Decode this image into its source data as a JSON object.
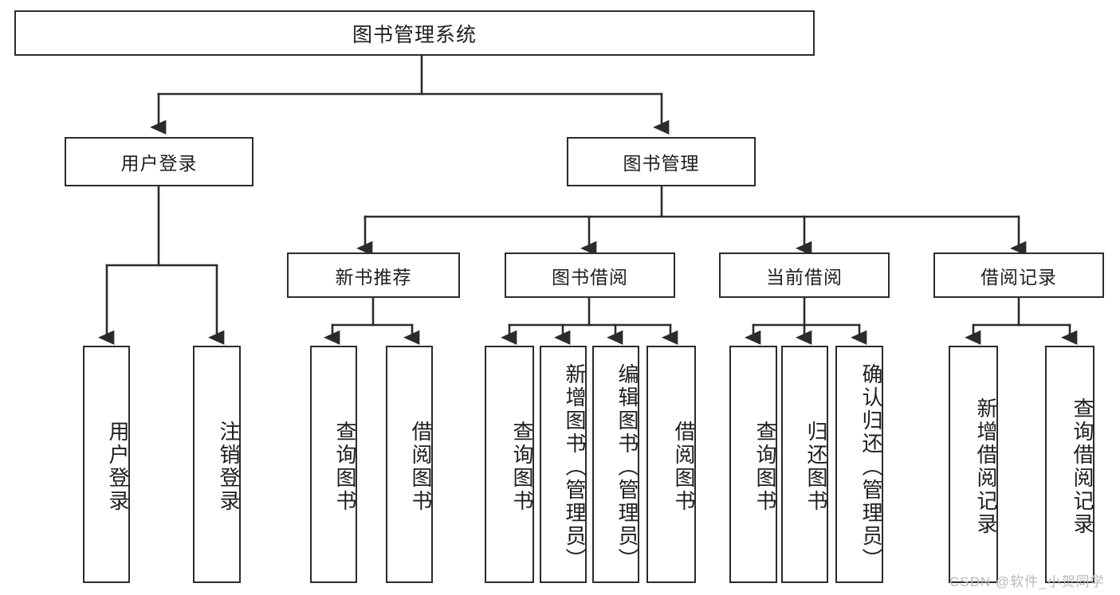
{
  "diagram": {
    "title": "图书管理系统",
    "type": "tree-hierarchy",
    "watermark": "CSDN @软件_小贺同学",
    "colors": {
      "stroke": "#2b2b2b",
      "fill": "#ffffff",
      "text": "#1e1e1e",
      "watermark": "#b9b9b9"
    },
    "nodes": {
      "root": {
        "label": "图书管理系统",
        "orientation": "horizontal",
        "level": 0
      },
      "user_login": {
        "label": "用户登录",
        "orientation": "horizontal",
        "level": 1
      },
      "book_manage": {
        "label": "图书管理",
        "orientation": "horizontal",
        "level": 1
      },
      "new_book_rec": {
        "label": "新书推荐",
        "orientation": "horizontal",
        "level": 2
      },
      "book_borrow": {
        "label": "图书借阅",
        "orientation": "horizontal",
        "level": 2
      },
      "current_borrow": {
        "label": "当前借阅",
        "orientation": "horizontal",
        "level": 2
      },
      "borrow_record": {
        "label": "借阅记录",
        "orientation": "horizontal",
        "level": 2
      },
      "leaf_user_login": {
        "label": "用户登录",
        "orientation": "vertical",
        "level": 2
      },
      "leaf_logout": {
        "label": "注销登录",
        "orientation": "vertical",
        "level": 2
      },
      "leaf_query_book_1": {
        "label": "查询图书",
        "orientation": "vertical",
        "level": 3
      },
      "leaf_borrow_book_1": {
        "label": "借阅图书",
        "orientation": "vertical",
        "level": 3
      },
      "leaf_query_book_2": {
        "label": "查询图书",
        "orientation": "vertical",
        "level": 3
      },
      "leaf_add_book": {
        "label": "新增图书（管理员）",
        "orientation": "vertical",
        "level": 3
      },
      "leaf_edit_book": {
        "label": "编辑图书（管理员）",
        "orientation": "vertical",
        "level": 3
      },
      "leaf_borrow_book_2": {
        "label": "借阅图书",
        "orientation": "vertical",
        "level": 3
      },
      "leaf_query_book_3": {
        "label": "查询图书",
        "orientation": "vertical",
        "level": 3
      },
      "leaf_return_book": {
        "label": "归还图书",
        "orientation": "vertical",
        "level": 3
      },
      "leaf_confirm_return": {
        "label": "确认归还（管理员）",
        "orientation": "vertical",
        "level": 3
      },
      "leaf_add_record": {
        "label": "新增借阅记录",
        "orientation": "vertical",
        "level": 3
      },
      "leaf_query_record": {
        "label": "查询借阅记录",
        "orientation": "vertical",
        "level": 3
      }
    },
    "edges": [
      {
        "from": "root",
        "to": "user_login"
      },
      {
        "from": "root",
        "to": "book_manage"
      },
      {
        "from": "user_login",
        "to": "leaf_user_login"
      },
      {
        "from": "user_login",
        "to": "leaf_logout"
      },
      {
        "from": "book_manage",
        "to": "new_book_rec"
      },
      {
        "from": "book_manage",
        "to": "book_borrow"
      },
      {
        "from": "book_manage",
        "to": "current_borrow"
      },
      {
        "from": "book_manage",
        "to": "borrow_record"
      },
      {
        "from": "new_book_rec",
        "to": "leaf_query_book_1"
      },
      {
        "from": "new_book_rec",
        "to": "leaf_borrow_book_1"
      },
      {
        "from": "book_borrow",
        "to": "leaf_query_book_2"
      },
      {
        "from": "book_borrow",
        "to": "leaf_add_book"
      },
      {
        "from": "book_borrow",
        "to": "leaf_edit_book"
      },
      {
        "from": "book_borrow",
        "to": "leaf_borrow_book_2"
      },
      {
        "from": "current_borrow",
        "to": "leaf_query_book_3"
      },
      {
        "from": "current_borrow",
        "to": "leaf_return_book"
      },
      {
        "from": "current_borrow",
        "to": "leaf_confirm_return"
      },
      {
        "from": "borrow_record",
        "to": "leaf_add_record"
      },
      {
        "from": "borrow_record",
        "to": "leaf_query_record"
      }
    ]
  }
}
